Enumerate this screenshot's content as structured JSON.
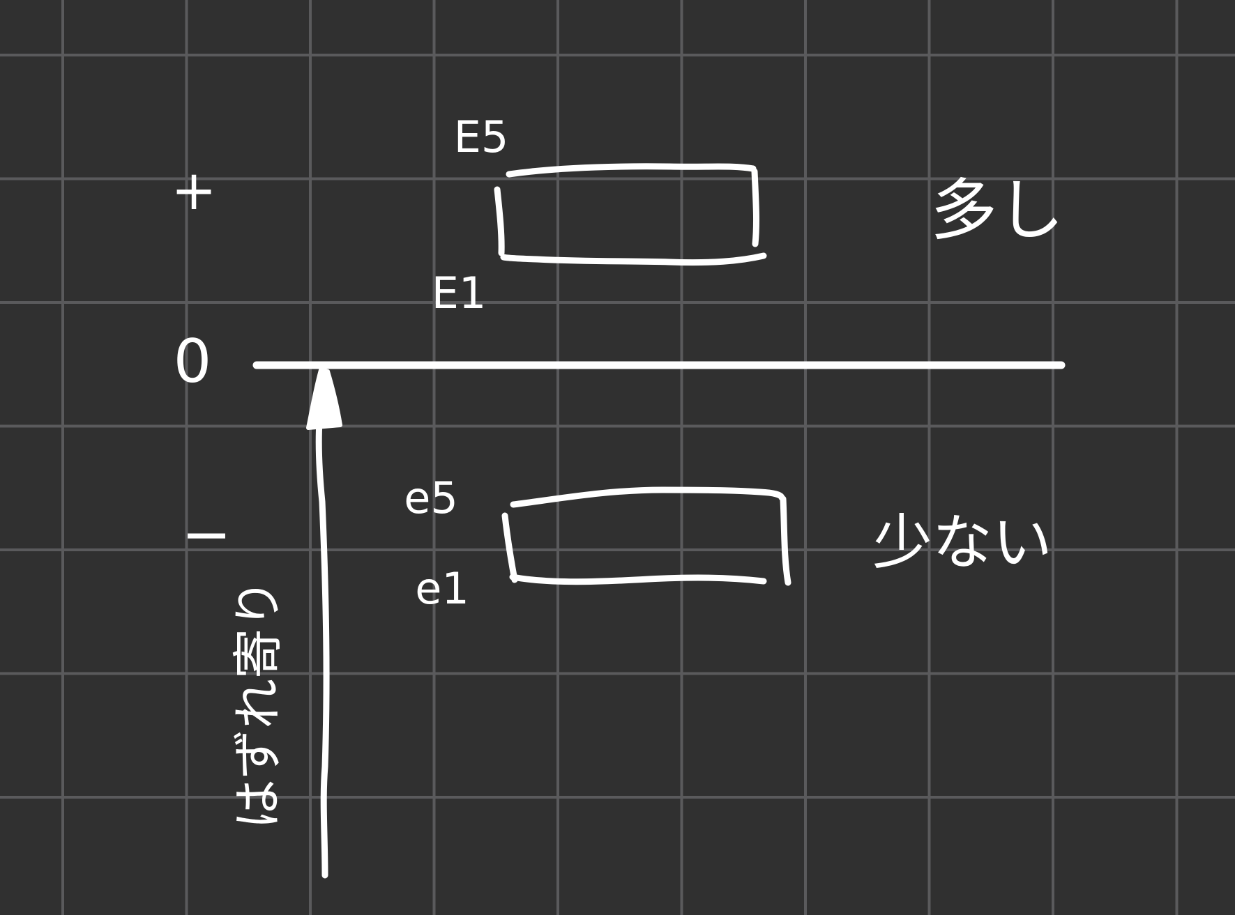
{
  "canvas": {
    "background_color": "#303030",
    "grid_color": "#5a5a5c",
    "ink_color": "#ffffff"
  },
  "axis_labels": {
    "plus": "+",
    "zero": "0",
    "minus": "−"
  },
  "upper_box": {
    "top_label": "E5",
    "bottom_label": "E1",
    "side_label": "多し"
  },
  "lower_box": {
    "top_label": "e5",
    "bottom_label": "e1",
    "side_label": "少ない"
  },
  "arrow": {
    "label": "はずれ寄り"
  }
}
